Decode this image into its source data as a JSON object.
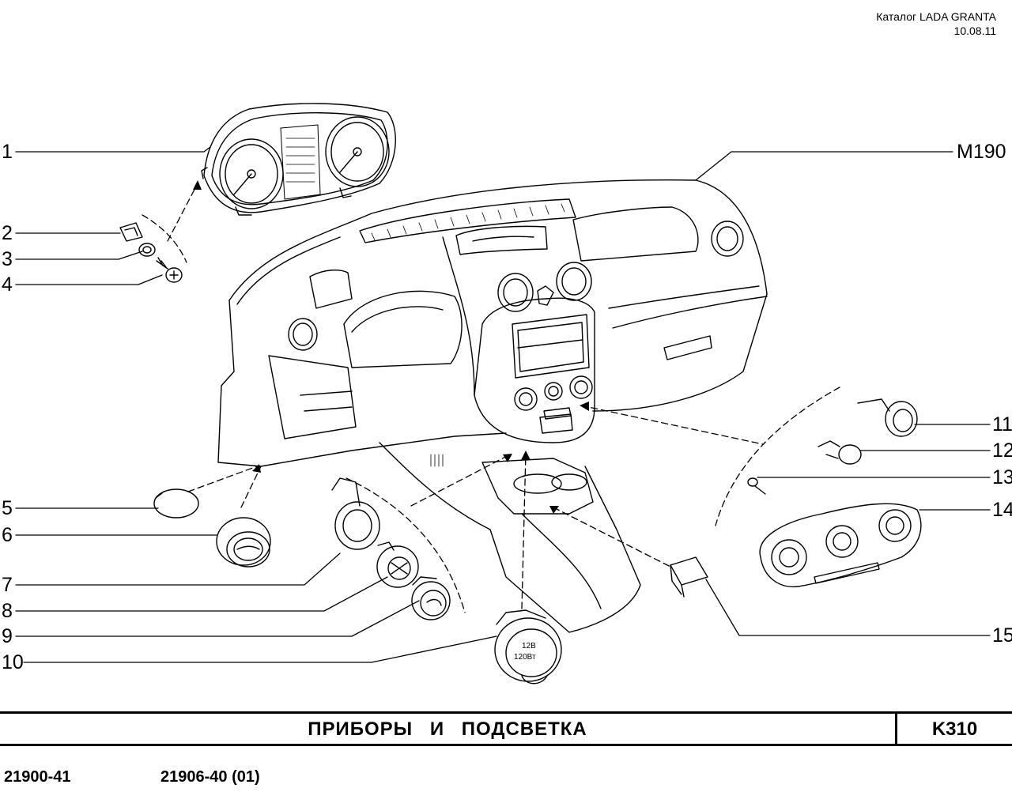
{
  "header": {
    "catalog": "Каталог LADA  GRANTA",
    "date": "10.08.11"
  },
  "callouts": {
    "c1": "1",
    "c2": "2",
    "c3": "3",
    "c4": "4",
    "c5": "5",
    "c6": "6",
    "c7": "7",
    "c8": "8",
    "c9": "9",
    "c10": "10",
    "c11": "11",
    "c12": "12",
    "c13": "13",
    "c14": "14",
    "c15": "15",
    "m190": "M190"
  },
  "socket_labels": {
    "voltage": "12В",
    "power": "120Вт"
  },
  "title_bar": {
    "title": "ПРИБОРЫ   И   ПОДСВЕТКА",
    "code": "K310"
  },
  "footer": {
    "model_left": "21900-41",
    "model_right": "21906-40 (01)"
  }
}
